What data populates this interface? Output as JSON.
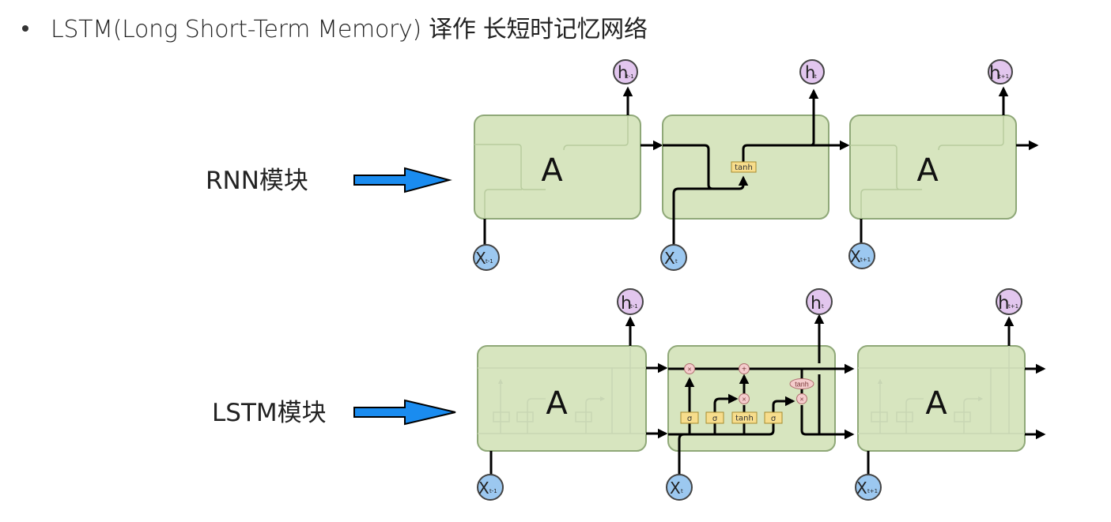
{
  "slide": {
    "title": "LSTM(Long Short-Term Memory)  译作 长短时记忆网络"
  },
  "rows": [
    {
      "id": "rnn",
      "label": "RNN模块",
      "cells": [
        {
          "kind": "collapsed",
          "letter": "A",
          "input": "X",
          "input_sub": "t-1",
          "output": "h",
          "output_sub": "t-1"
        },
        {
          "kind": "expanded",
          "input": "X",
          "input_sub": "t",
          "output": "h",
          "output_sub": "t",
          "gates": [
            "tanh"
          ]
        },
        {
          "kind": "collapsed",
          "letter": "A",
          "input": "X",
          "input_sub": "t+1",
          "output": "h",
          "output_sub": "t+1"
        }
      ]
    },
    {
      "id": "lstm",
      "label": "LSTM模块",
      "cells": [
        {
          "kind": "collapsed",
          "letter": "A",
          "input": "X",
          "input_sub": "t-1",
          "output": "h",
          "output_sub": "t-1"
        },
        {
          "kind": "expanded",
          "input": "X",
          "input_sub": "t",
          "output": "h",
          "output_sub": "t",
          "gates": [
            "σ",
            "σ",
            "tanh",
            "σ"
          ],
          "ops": [
            "×",
            "+",
            "×",
            "×"
          ],
          "cell_state_activation": "tanh"
        },
        {
          "kind": "collapsed",
          "letter": "A",
          "input": "X",
          "input_sub": "t+1",
          "output": "h",
          "output_sub": "t+1"
        }
      ]
    }
  ],
  "colors": {
    "cell_fill": "#d7e5bf",
    "cell_stroke": "#8fa878",
    "input_node": "#9cc8f0",
    "output_node": "#e2c6ee",
    "gate_fill": "#f7dd8c",
    "op_fill": "#f4cccc",
    "label_arrow": "#1a8cf0"
  }
}
